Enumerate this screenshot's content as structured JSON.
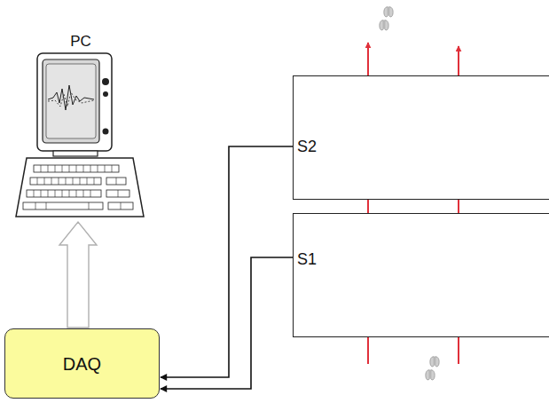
{
  "diagram": {
    "nodes": [
      {
        "text": [
          "PC"
        ]
      },
      {
        "text": [
          "S2"
        ]
      },
      {
        "text": [
          "S1"
        ]
      },
      {
        "text": [
          "DAQ"
        ]
      }
    ],
    "edges": [
      {
        "from": 1,
        "to": 3,
        "arrow": "to"
      },
      {
        "from": 2,
        "to": 3,
        "arrow": "to"
      },
      {
        "from": 3,
        "to": 0,
        "arrow": "to"
      }
    ]
  }
}
